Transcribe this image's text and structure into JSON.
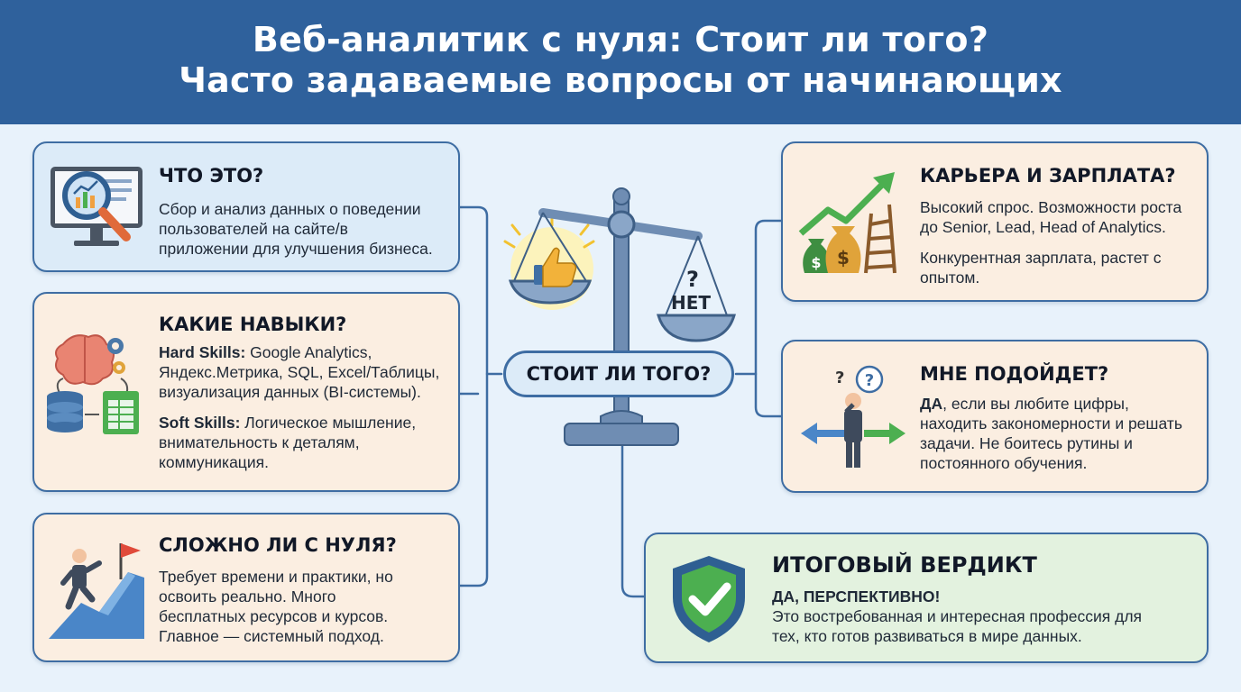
{
  "header": {
    "title": "Веб-аналитик с нуля: Стоит ли того?",
    "subtitle": "Часто задаваемые вопросы от начинающих"
  },
  "center": {
    "label": "СТОИТ ЛИ ТОГО?",
    "no_label": "НЕТ",
    "question_mark": "?"
  },
  "cards": {
    "what": {
      "title": "ЧТО ЭТО?",
      "lines": [
        "Сбор и анализ данных о поведении",
        "пользователей на сайте/в",
        "приложении для улучшения бизнеса."
      ]
    },
    "skills": {
      "title": "КАКИЕ НАВЫКИ?",
      "hard_label": "Hard Skills:",
      "hard_lines": [
        " Google Analytics,",
        "Яндекс.Метрика, SQL, Excel/Таблицы,",
        "визуализация данных (BI-системы)."
      ],
      "soft_label": "Soft Skills:",
      "soft_lines": [
        " Логическое мышление,",
        "внимательность к деталям,",
        "коммуникация."
      ]
    },
    "difficulty": {
      "title": "СЛОЖНО ЛИ С НУЛЯ?",
      "lines": [
        "Требует времени и практики, но",
        "освоить реально. Много",
        "бесплатных ресурсов и курсов.",
        "Главное — системный подход."
      ]
    },
    "career": {
      "title": "КАРЬЕРА И ЗАРПЛАТА?",
      "p1_lines": [
        "Высокий спрос. Возможности роста",
        "до Senior, Lead, Head of Analytics."
      ],
      "p2_lines": [
        "Конкурентная зарплата, растет с",
        "опытом."
      ]
    },
    "fit": {
      "title": "МНЕ ПОДОЙДЕТ?",
      "yes_label": "ДА",
      "lines": [
        ", если вы любите цифры,",
        "находить закономерности и решать",
        "задачи. Не боитесь рутины и",
        "постоянного обучения."
      ]
    },
    "verdict": {
      "title": "ИТОГОВЫЙ ВЕРДИКТ",
      "headline": "ДА, ПЕРСПЕКТИВНО!",
      "lines": [
        "Это востребованная и интересная профессия для",
        "тех, кто готов развиваться в мире данных."
      ]
    }
  },
  "icons": {
    "what": "monitor-magnifier-chart-icon",
    "skills": "brain-gears-database-spreadsheet-icon",
    "difficulty": "person-climbing-flag-icon",
    "career": "money-bags-growth-arrow-ladder-icon",
    "fit": "person-crossroads-question-icon",
    "verdict": "shield-check-icon",
    "scale": "balance-scale-icon",
    "thumbs_up": "thumbs-up-icon"
  },
  "colors": {
    "header_bg": "#2f619c",
    "background": "#e8f2fb",
    "card_border": "#3e6da3",
    "card_blue": "#dcebf8",
    "card_peach": "#fbeee1",
    "card_green": "#e3f2df"
  }
}
